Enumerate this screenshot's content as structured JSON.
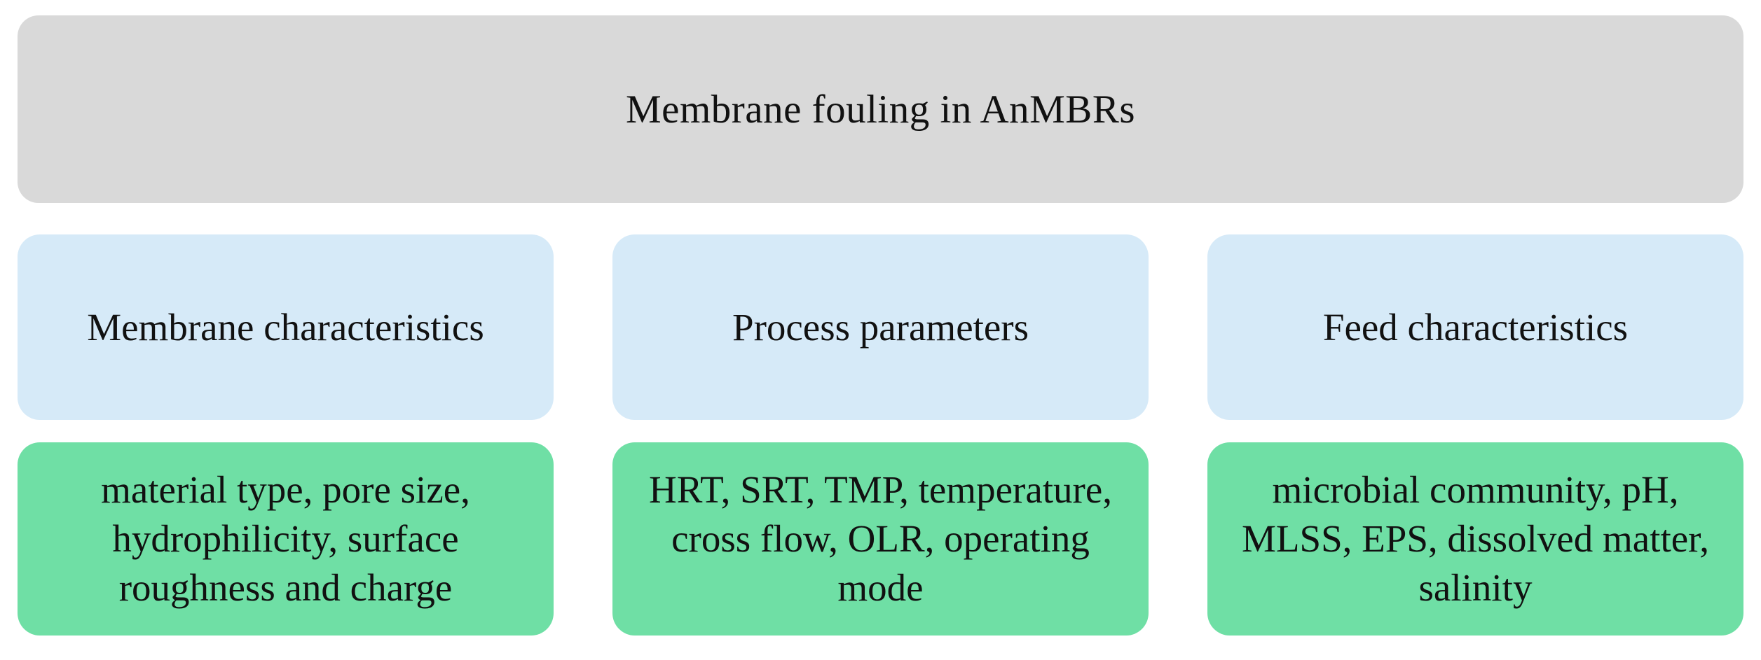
{
  "diagram": {
    "title": "Membrane fouling in AnMBRs",
    "columns": [
      {
        "category": "Membrane characteristics",
        "factors": "material type, pore size, hydrophilicity, surface roughness and charge"
      },
      {
        "category": "Process parameters",
        "factors": "HRT, SRT, TMP, temperature, cross flow, OLR, operating mode"
      },
      {
        "category": "Feed characteristics",
        "factors": "microbial community, pH, MLSS, EPS, dissolved matter, salinity"
      }
    ],
    "colors": {
      "title_box": "#d9d9d9",
      "category_box": "#d6eaf8",
      "factor_box": "#6fdfa5",
      "text": "#111111"
    }
  }
}
